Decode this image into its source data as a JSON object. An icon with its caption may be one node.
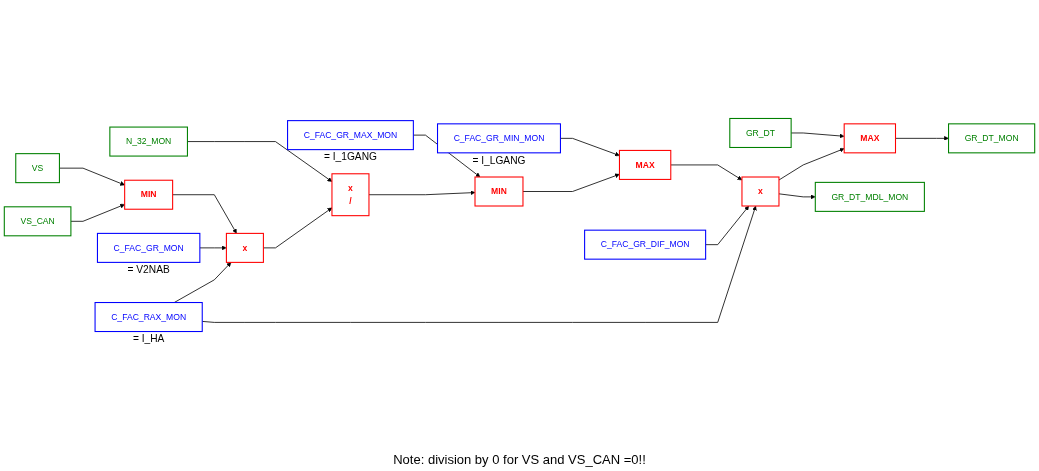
{
  "diagram": {
    "nodes": [
      {
        "text": [
          "GR_DT"
        ]
      },
      {
        "text": [
          "MAX"
        ]
      },
      {
        "text": [
          "GR_DT_MON"
        ]
      },
      {
        "text": [
          "C_FAC_GR_MIN_MON"
        ],
        "beside": [
          "= I_LGANG"
        ]
      },
      {
        "text": [
          "C_FAC_GR_MAX_MON"
        ],
        "beside": [
          "= I_1GANG"
        ]
      },
      {
        "text": [
          "N_32_MON"
        ]
      },
      {
        "text": [
          "x",
          "/"
        ]
      },
      {
        "text": [
          "MIN"
        ]
      },
      {
        "text": [
          "MAX"
        ]
      },
      {
        "text": [
          "x"
        ]
      },
      {
        "text": [
          "GR_DT_MDL_MON"
        ]
      },
      {
        "text": [
          "VS"
        ]
      },
      {
        "text": [
          "MIN"
        ]
      },
      {
        "text": [
          "VS_CAN"
        ]
      },
      {
        "text": [
          "x"
        ]
      },
      {
        "text": [
          "C_FAC_GR_DIF_MON"
        ]
      },
      {
        "text": [
          "C_FAC_GR_MON"
        ],
        "beside": [
          "= V2NAB"
        ]
      },
      {
        "text": [
          "C_FAC_RAX_MON"
        ],
        "beside": [
          "= I_HA"
        ]
      }
    ],
    "edges": [
      {
        "from": 0,
        "to": 1,
        "arrow": "to"
      },
      {
        "from": 1,
        "to": 2,
        "arrow": "to"
      },
      {
        "from": 3,
        "to": 8,
        "arrow": "to"
      },
      {
        "from": 4,
        "to": 7,
        "arrow": "to"
      },
      {
        "from": 5,
        "to": 6,
        "arrow": "to"
      },
      {
        "from": 14,
        "to": 6,
        "arrow": "to"
      },
      {
        "from": 6,
        "to": 7,
        "arrow": "to"
      },
      {
        "from": 7,
        "to": 8,
        "arrow": "to"
      },
      {
        "from": 8,
        "to": 9,
        "arrow": "to"
      },
      {
        "from": 15,
        "to": 9,
        "arrow": "to"
      },
      {
        "from": 17,
        "to": 9,
        "arrow": "to"
      },
      {
        "from": 9,
        "to": 1,
        "arrow": "to"
      },
      {
        "from": 9,
        "to": 10,
        "arrow": "to"
      },
      {
        "from": 11,
        "to": 12,
        "arrow": "to"
      },
      {
        "from": 13,
        "to": 12,
        "arrow": "to"
      },
      {
        "from": 12,
        "to": 14,
        "arrow": "to"
      },
      {
        "from": 16,
        "to": 14,
        "arrow": "to"
      },
      {
        "from": 17,
        "to": 14,
        "arrow": "to"
      }
    ],
    "labels": [
      "Note: division by 0 for VS and VS_CAN =0!!"
    ]
  }
}
